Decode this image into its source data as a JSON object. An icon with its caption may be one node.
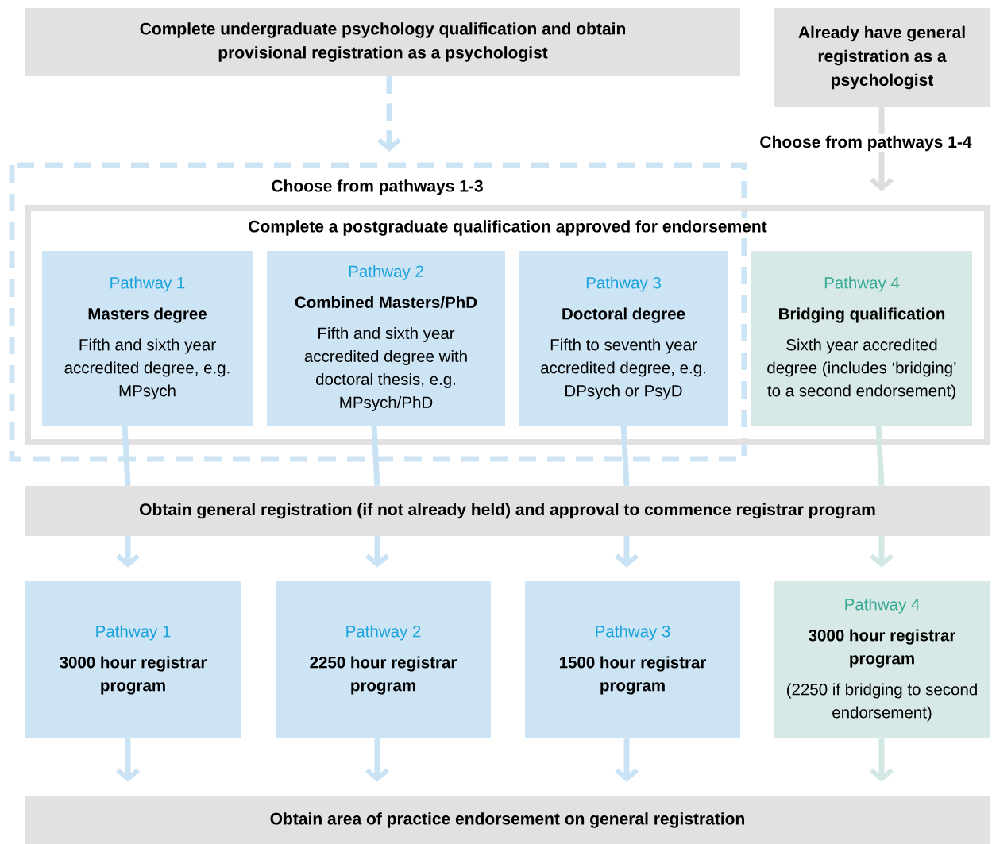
{
  "diagram": {
    "nodes": [
      {
        "text": [
          "Complete undergraduate psychology qualification and obtain provisional registration as a psychologist"
        ]
      },
      {
        "text": [
          "Already have general registration as a psychologist"
        ]
      },
      {
        "text": [
          "Choose from pathways 1-3"
        ]
      },
      {
        "text": [
          "Complete a postgraduate qualification approved for endorsement"
        ]
      },
      {
        "text": [
          "Pathway 1",
          "Masters degree",
          "Fifth and sixth year accredited degree, e.g. MPsych"
        ],
        "in": 3
      },
      {
        "text": [
          "Pathway 2",
          "Combined Masters/PhD",
          "Fifth and sixth year accredited degree with doctoral thesis, e.g. MPsych/PhD"
        ],
        "in": 3
      },
      {
        "text": [
          "Pathway 3",
          "Doctoral degree",
          "Fifth to seventh year accredited degree, e.g. DPsych or PsyD"
        ],
        "in": 3
      },
      {
        "text": [
          "Pathway 4",
          "Bridging qualification",
          "Sixth year accredited degree (includes ‘bridging’ to a second endorsement)"
        ],
        "in": 3
      },
      {
        "text": [
          "Obtain general registration (if not already held) and approval to commence registrar program"
        ]
      },
      {
        "text": [
          "Pathway 1",
          "3000 hour registrar program"
        ]
      },
      {
        "text": [
          "Pathway 2",
          "2250 hour registrar program"
        ]
      },
      {
        "text": [
          "Pathway 3",
          "1500 hour registrar program"
        ]
      },
      {
        "text": [
          "Pathway 4",
          "3000 hour registrar program",
          "(2250 if bridging to second endorsement)"
        ]
      },
      {
        "text": [
          "Obtain area of practice endorsement on general registration"
        ]
      }
    ],
    "edges": [
      {
        "from": 0,
        "to": 2,
        "arrow": "to",
        "style": "dashed"
      },
      {
        "from": 1,
        "to": 3,
        "arrow": "to",
        "label": "Choose from pathways 1-4",
        "color": "#dedcdc"
      },
      {
        "from": 4,
        "to": 8,
        "arrow": "none"
      },
      {
        "from": 5,
        "to": 8,
        "arrow": "none"
      },
      {
        "from": 6,
        "to": 8,
        "arrow": "none"
      },
      {
        "from": 7,
        "to": 8,
        "arrow": "none",
        "color": "#d3e8e5"
      },
      {
        "from": 8,
        "to": 9,
        "arrow": "to"
      },
      {
        "from": 8,
        "to": 10,
        "arrow": "to"
      },
      {
        "from": 8,
        "to": 11,
        "arrow": "to"
      },
      {
        "from": 8,
        "to": 12,
        "arrow": "to",
        "color": "#d3e8e5"
      },
      {
        "from": 9,
        "to": 13,
        "arrow": "to"
      },
      {
        "from": 10,
        "to": 13,
        "arrow": "to"
      },
      {
        "from": 11,
        "to": 13,
        "arrow": "to"
      },
      {
        "from": 12,
        "to": 13,
        "arrow": "to",
        "color": "#d3e8e5"
      }
    ]
  }
}
